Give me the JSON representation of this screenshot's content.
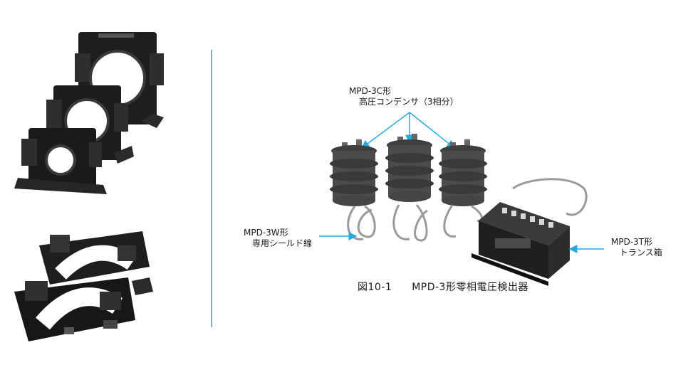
{
  "colors": {
    "accent": "#2aa8e0",
    "divider": "#63b6dd",
    "device_dark": "#2a2a2a",
    "insulator": "#4b4b4b"
  },
  "labels": {
    "capacitor_model": "MPD-3C形",
    "capacitor_desc": "高圧コンデンサ（3相分）",
    "shield_model": "MPD-3W形",
    "shield_desc": "専用シールド線",
    "transformer_model": "MPD-3T形",
    "transformer_desc": "トランス箱"
  },
  "caption": {
    "number": "図10-1",
    "title": "MPD-3形零相電圧検出器"
  }
}
